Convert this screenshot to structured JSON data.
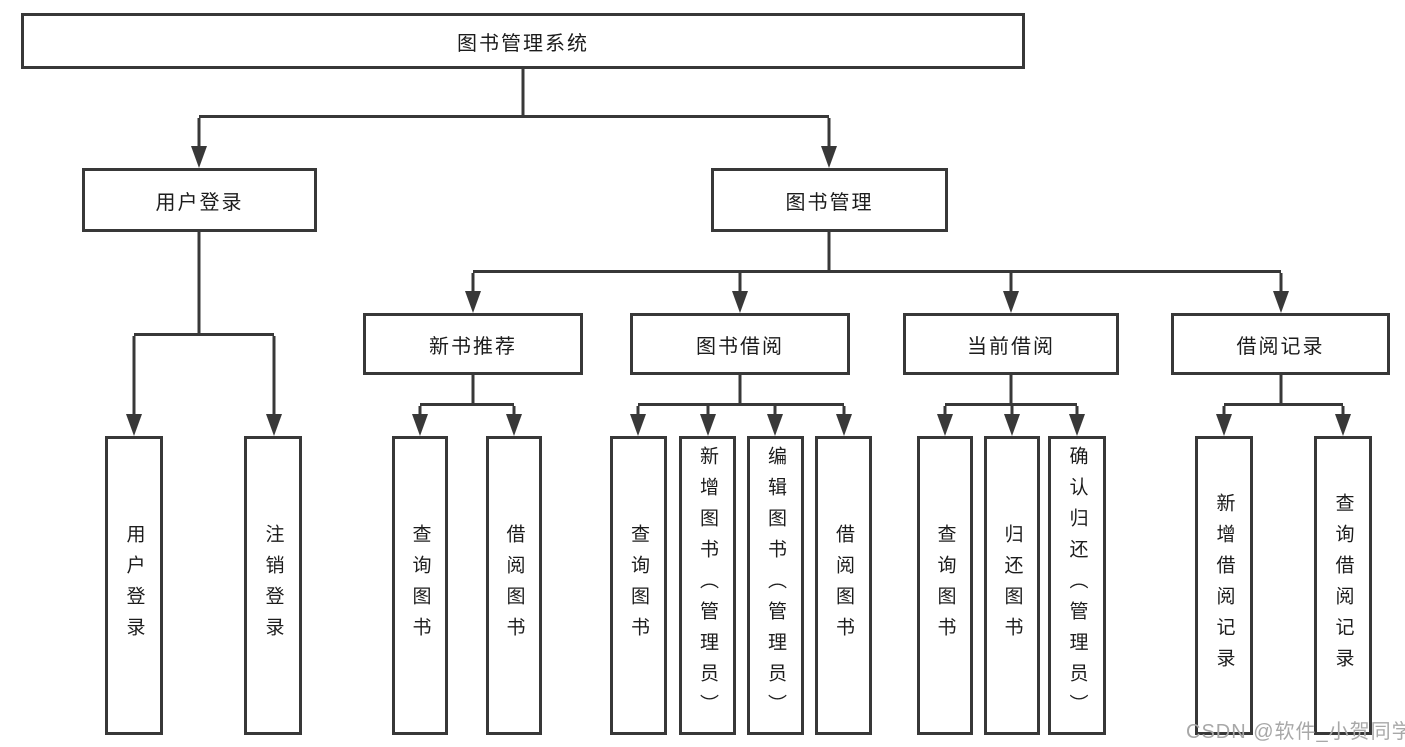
{
  "tree": {
    "label": "图书管理系统",
    "children": [
      {
        "label": "用户登录",
        "children": [
          {
            "label": "用户登录"
          },
          {
            "label": "注销登录"
          }
        ]
      },
      {
        "label": "图书管理",
        "children": [
          {
            "label": "新书推荐",
            "children": [
              {
                "label": "查询图书"
              },
              {
                "label": "借阅图书"
              }
            ]
          },
          {
            "label": "图书借阅",
            "children": [
              {
                "label": "查询图书"
              },
              {
                "label": "新增图书（管理员）"
              },
              {
                "label": "编辑图书（管理员）"
              },
              {
                "label": "借阅图书"
              }
            ]
          },
          {
            "label": "当前借阅",
            "children": [
              {
                "label": "查询图书"
              },
              {
                "label": "归还图书"
              },
              {
                "label": "确认归还（管理员）"
              }
            ]
          },
          {
            "label": "借阅记录",
            "children": [
              {
                "label": "新增借阅记录"
              },
              {
                "label": "查询借阅记录"
              }
            ]
          }
        ]
      }
    ]
  },
  "watermark": {
    "text": "CSDN @软件_小贺同学"
  },
  "colors": {
    "line": "#383838",
    "box_border": "#383838",
    "text": "#1c1c1c",
    "background": "#ffffff",
    "watermark": "#a8a8a8"
  }
}
